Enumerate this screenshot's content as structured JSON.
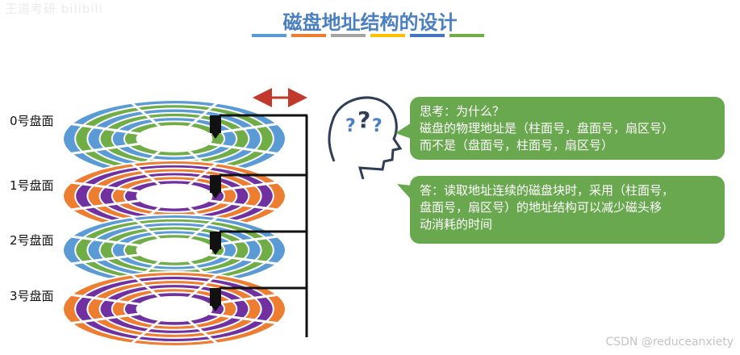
{
  "watermark_top": "王道考研 bilibili",
  "title": "磁盘地址结构的设计",
  "title_bar_colors": [
    "#5b9bd5",
    "#ed7d31",
    "#a5a5a5",
    "#ffc000",
    "#4472c4",
    "#70ad47"
  ],
  "disks": [
    {
      "label": "0号盘面",
      "ring_colors": [
        "#5b9bd5",
        "#70ad47"
      ]
    },
    {
      "label": "1号盘面",
      "ring_colors": [
        "#ed7d31",
        "#7030a0"
      ]
    },
    {
      "label": "2号盘面",
      "ring_colors": [
        "#5b9bd5",
        "#70ad47"
      ]
    },
    {
      "label": "3号盘面",
      "ring_colors": [
        "#ed7d31",
        "#7030a0"
      ]
    }
  ],
  "arrow_color": "#c0392b",
  "question_bubble": {
    "line1": "思考：为什么？",
    "line2": "磁盘的物理地址是（柱面号，盘面号，扇区号）",
    "line3": "而不是（盘面号，柱面号，扇区号）"
  },
  "answer_bubble": {
    "line1": "答：读取地址连续的磁盘块时，采用（柱面号，",
    "line2": "盘面号，扇区号）的地址结构可以减少磁头移",
    "line3": "动消耗的时间"
  },
  "bubble_color": "#6aa84f",
  "watermark_bottom": "CSDN @reduceanxiety"
}
